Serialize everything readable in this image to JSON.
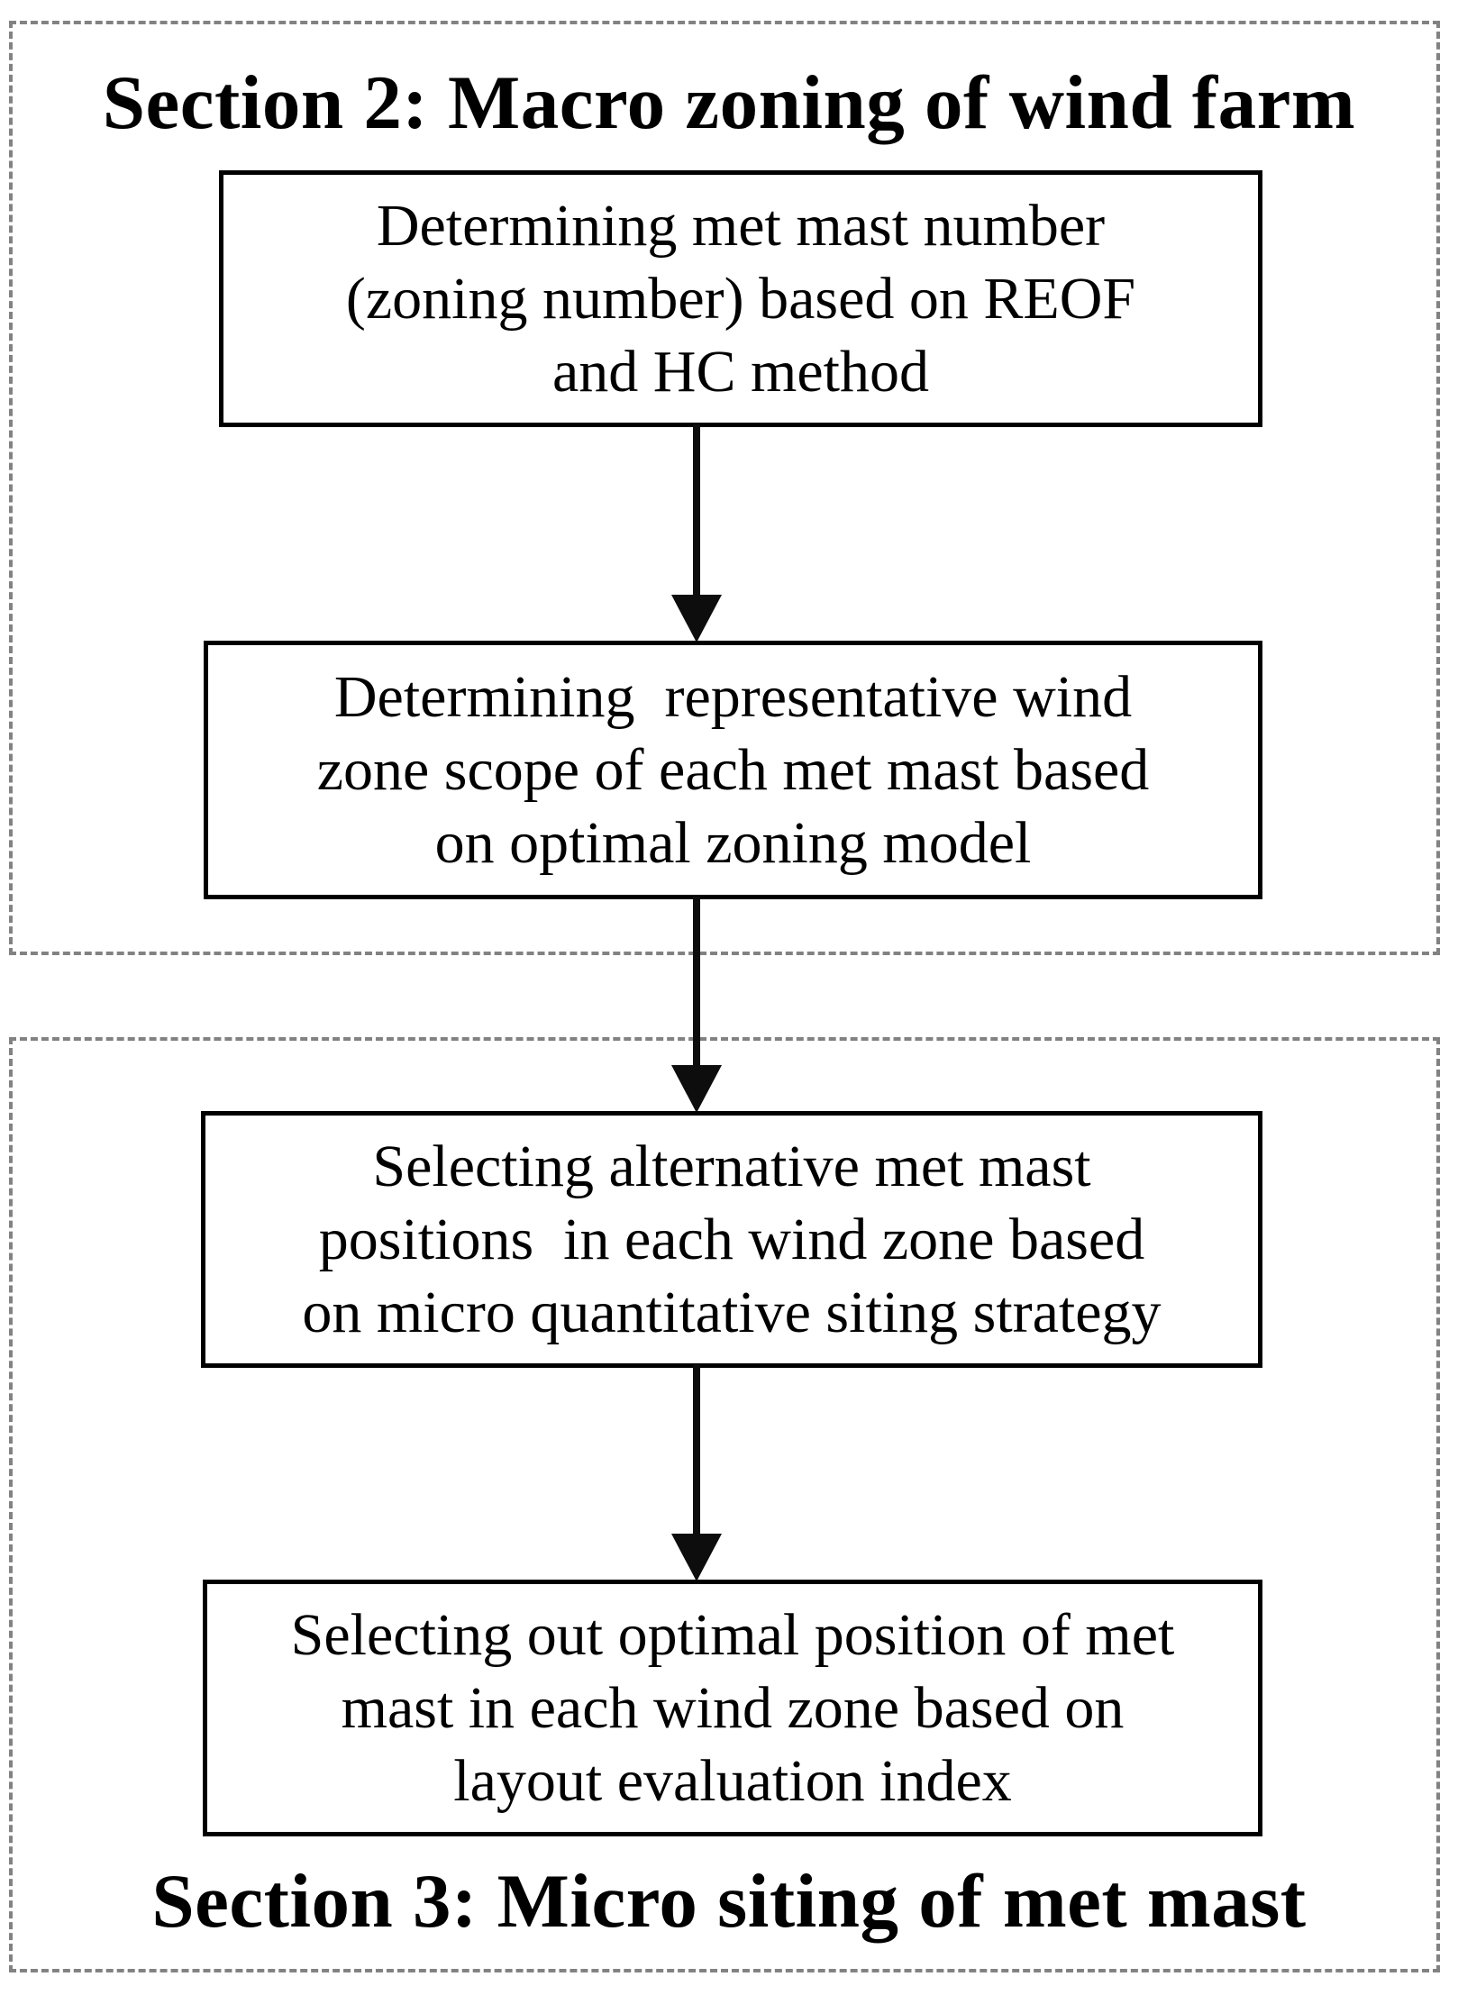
{
  "diagram": {
    "kind": "flowchart",
    "colors": {
      "background": "#ffffff",
      "border_dash": "#828282",
      "box_border": "#000000",
      "arrow": "#0d0d0d",
      "text": "#000000"
    },
    "sections": [
      {
        "title": "Section 2: Macro zoning of wind farm",
        "title_position": "top",
        "boxes": [
          {
            "lines": [
              "Determining met mast number",
              "(zoning number) based on REOF",
              "and HC method"
            ]
          },
          {
            "lines": [
              "Determining  representative wind",
              "zone scope of each met mast based",
              "on optimal zoning model"
            ]
          }
        ]
      },
      {
        "title": "Section 3: Micro siting of met mast",
        "title_position": "bottom",
        "boxes": [
          {
            "lines": [
              "Selecting alternative met mast",
              "positions  in each wind zone based",
              "on micro quantitative siting strategy"
            ]
          },
          {
            "lines": [
              "Selecting out optimal position of met",
              "mast in each wind zone based on",
              "layout evaluation index"
            ]
          }
        ]
      }
    ],
    "arrows": [
      {
        "from": "box-1",
        "to": "box-2"
      },
      {
        "from": "box-2",
        "to": "box-3"
      },
      {
        "from": "box-3",
        "to": "box-4"
      }
    ]
  }
}
